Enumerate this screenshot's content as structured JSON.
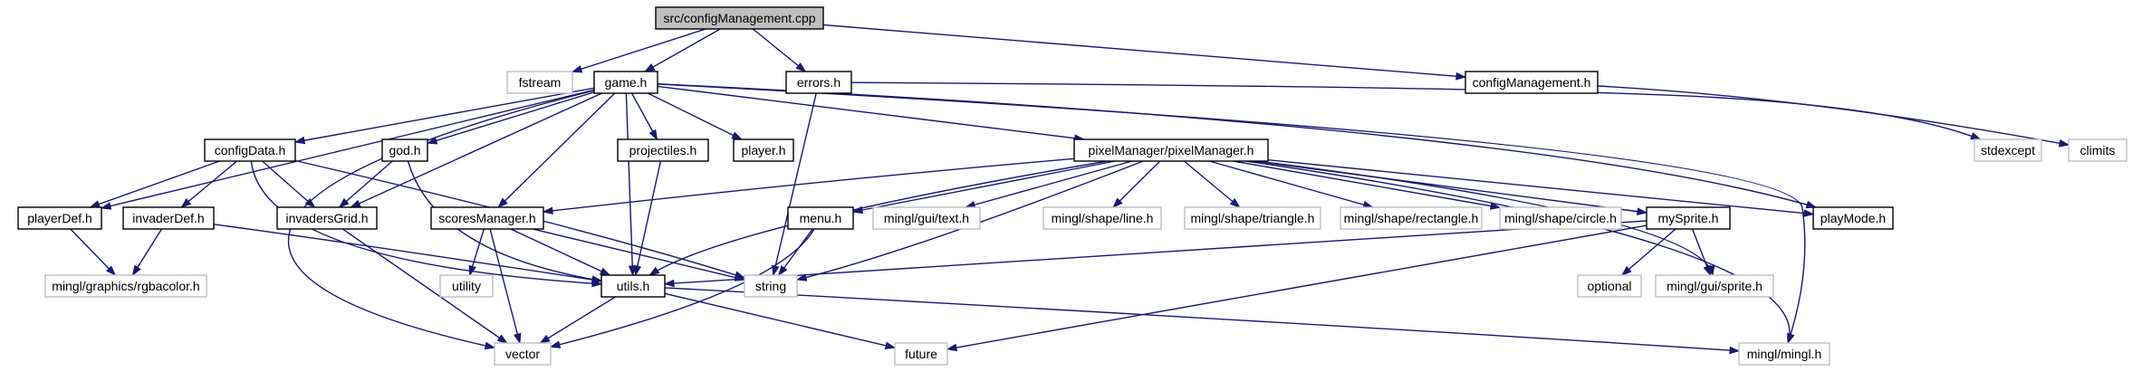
{
  "colors": {
    "edge": "#191970",
    "node_border": "#000000",
    "external_border": "#bfbfbf",
    "root_fill": "#bfbfbf",
    "node_fill": "#ffffff",
    "text": "#000000"
  },
  "nodes": [
    {
      "id": "config_cpp",
      "label": "src/configManagement.cpp",
      "kind": "root"
    },
    {
      "id": "fstream",
      "label": "fstream",
      "kind": "external"
    },
    {
      "id": "game_h",
      "label": "game.h",
      "kind": "local"
    },
    {
      "id": "errors_h",
      "label": "errors.h",
      "kind": "local"
    },
    {
      "id": "configManagement_h",
      "label": "configManagement.h",
      "kind": "local"
    },
    {
      "id": "stdexcept",
      "label": "stdexcept",
      "kind": "external"
    },
    {
      "id": "climits",
      "label": "climits",
      "kind": "external"
    },
    {
      "id": "configData_h",
      "label": "configData.h",
      "kind": "local"
    },
    {
      "id": "god_h",
      "label": "god.h",
      "kind": "local"
    },
    {
      "id": "projectiles_h",
      "label": "projectiles.h",
      "kind": "local"
    },
    {
      "id": "player_h",
      "label": "player.h",
      "kind": "local"
    },
    {
      "id": "pixelManager_h",
      "label": "pixelManager/pixelManager.h",
      "kind": "local"
    },
    {
      "id": "playerDef_h",
      "label": "playerDef.h",
      "kind": "local"
    },
    {
      "id": "invaderDef_h",
      "label": "invaderDef.h",
      "kind": "local"
    },
    {
      "id": "invadersGrid_h",
      "label": "invadersGrid.h",
      "kind": "local"
    },
    {
      "id": "scoresManager_h",
      "label": "scoresManager.h",
      "kind": "local"
    },
    {
      "id": "menu_h",
      "label": "menu.h",
      "kind": "local"
    },
    {
      "id": "text_h",
      "label": "mingl/gui/text.h",
      "kind": "external"
    },
    {
      "id": "line_h",
      "label": "mingl/shape/line.h",
      "kind": "external"
    },
    {
      "id": "triangle_h",
      "label": "mingl/shape/triangle.h",
      "kind": "external"
    },
    {
      "id": "rectangle_h",
      "label": "mingl/shape/rectangle.h",
      "kind": "external"
    },
    {
      "id": "circle_h",
      "label": "mingl/shape/circle.h",
      "kind": "external"
    },
    {
      "id": "mySprite_h",
      "label": "mySprite.h",
      "kind": "local"
    },
    {
      "id": "playMode_h",
      "label": "playMode.h",
      "kind": "local"
    },
    {
      "id": "rgbacolor_h",
      "label": "mingl/graphics/rgbacolor.h",
      "kind": "external"
    },
    {
      "id": "utility",
      "label": "utility",
      "kind": "external"
    },
    {
      "id": "utils_h",
      "label": "utils.h",
      "kind": "local"
    },
    {
      "id": "string",
      "label": "string",
      "kind": "external"
    },
    {
      "id": "optional",
      "label": "optional",
      "kind": "external"
    },
    {
      "id": "sprite_h",
      "label": "mingl/gui/sprite.h",
      "kind": "external"
    },
    {
      "id": "vector",
      "label": "vector",
      "kind": "external"
    },
    {
      "id": "future",
      "label": "future",
      "kind": "external"
    },
    {
      "id": "mingl_h",
      "label": "mingl/mingl.h",
      "kind": "external"
    }
  ],
  "edges": [
    [
      "config_cpp",
      "fstream"
    ],
    [
      "config_cpp",
      "game_h"
    ],
    [
      "config_cpp",
      "errors_h"
    ],
    [
      "config_cpp",
      "configManagement_h"
    ],
    [
      "errors_h",
      "stdexcept"
    ],
    [
      "errors_h",
      "string"
    ],
    [
      "configManagement_h",
      "climits"
    ],
    [
      "game_h",
      "vector"
    ],
    [
      "game_h",
      "configData_h"
    ],
    [
      "game_h",
      "playerDef_h"
    ],
    [
      "game_h",
      "invadersGrid_h"
    ],
    [
      "game_h",
      "god_h"
    ],
    [
      "game_h",
      "scoresManager_h"
    ],
    [
      "game_h",
      "projectiles_h"
    ],
    [
      "game_h",
      "utils_h"
    ],
    [
      "game_h",
      "player_h"
    ],
    [
      "game_h",
      "pixelManager_h"
    ],
    [
      "game_h",
      "playMode_h"
    ],
    [
      "game_h",
      "mingl_h"
    ],
    [
      "configData_h",
      "playerDef_h"
    ],
    [
      "configData_h",
      "invaderDef_h"
    ],
    [
      "configData_h",
      "invadersGrid_h"
    ],
    [
      "configData_h",
      "utils_h"
    ],
    [
      "configData_h",
      "string"
    ],
    [
      "god_h",
      "invadersGrid_h"
    ],
    [
      "god_h",
      "utils_h"
    ],
    [
      "projectiles_h",
      "utils_h"
    ],
    [
      "pixelManager_h",
      "scoresManager_h"
    ],
    [
      "pixelManager_h",
      "utils_h"
    ],
    [
      "pixelManager_h",
      "menu_h"
    ],
    [
      "pixelManager_h",
      "string"
    ],
    [
      "pixelManager_h",
      "text_h"
    ],
    [
      "pixelManager_h",
      "line_h"
    ],
    [
      "pixelManager_h",
      "triangle_h"
    ],
    [
      "pixelManager_h",
      "rectangle_h"
    ],
    [
      "pixelManager_h",
      "circle_h"
    ],
    [
      "pixelManager_h",
      "mySprite_h"
    ],
    [
      "pixelManager_h",
      "playMode_h"
    ],
    [
      "pixelManager_h",
      "sprite_h"
    ],
    [
      "pixelManager_h",
      "mingl_h"
    ],
    [
      "playerDef_h",
      "rgbacolor_h"
    ],
    [
      "invaderDef_h",
      "rgbacolor_h"
    ],
    [
      "invaderDef_h",
      "utils_h"
    ],
    [
      "invadersGrid_h",
      "vector"
    ],
    [
      "scoresManager_h",
      "utility"
    ],
    [
      "scoresManager_h",
      "vector"
    ],
    [
      "scoresManager_h",
      "utils_h"
    ],
    [
      "scoresManager_h",
      "string"
    ],
    [
      "menu_h",
      "string"
    ],
    [
      "menu_h",
      "vector"
    ],
    [
      "mySprite_h",
      "utils_h"
    ],
    [
      "mySprite_h",
      "optional"
    ],
    [
      "mySprite_h",
      "sprite_h"
    ],
    [
      "mySprite_h",
      "future"
    ],
    [
      "utils_h",
      "vector"
    ],
    [
      "utils_h",
      "future"
    ],
    [
      "utils_h",
      "mingl_h"
    ]
  ]
}
